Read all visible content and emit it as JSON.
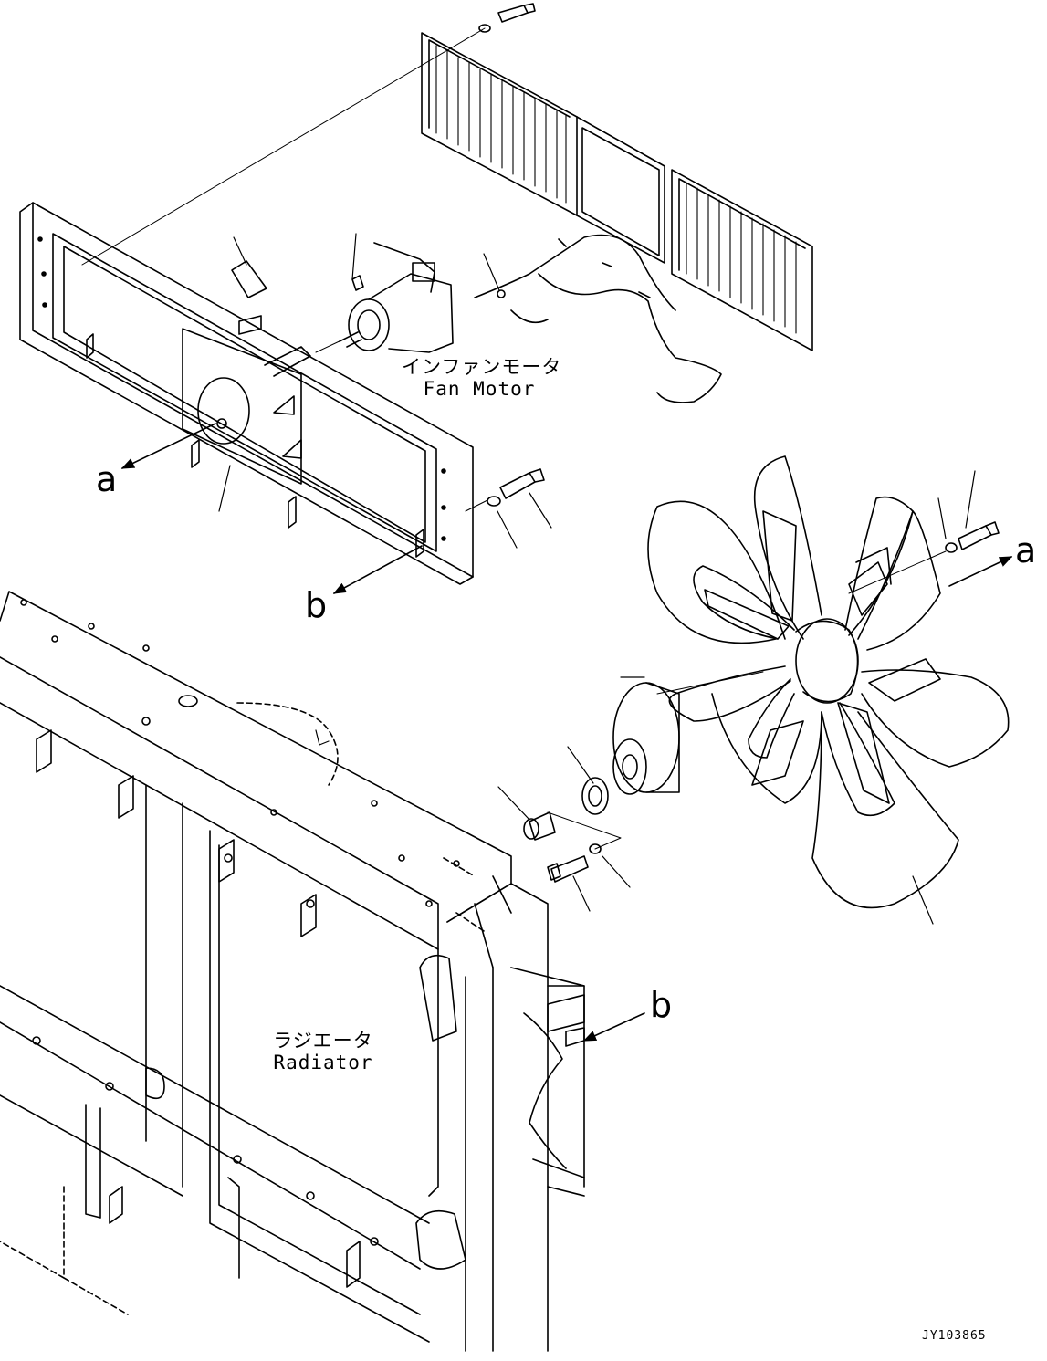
{
  "labels": {
    "fan_motor_jp": "インファンモータ",
    "fan_motor_en": "Fan Motor",
    "radiator_jp": "ラジエータ",
    "radiator_en": "Radiator",
    "ref_a": "a",
    "ref_b": "b",
    "drawing_code": "JY103865"
  },
  "colors": {
    "line": "#000000",
    "background": "#ffffff"
  }
}
